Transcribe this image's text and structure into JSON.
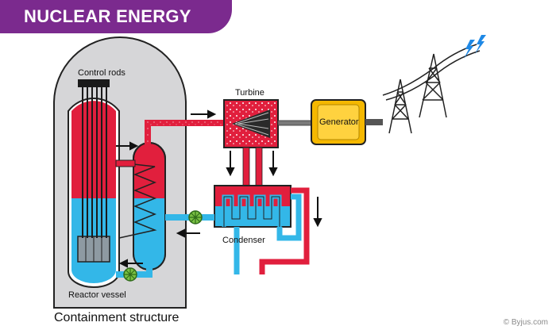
{
  "title": "NUCLEAR ENERGY",
  "labels": {
    "control_rods": "Control rods",
    "turbine": "Turbine",
    "generator": "Generator",
    "condenser": "Condenser",
    "reactor_vessel": "Reactor vessel",
    "containment": "Containment structure"
  },
  "credit": "© Byjus.com",
  "colors": {
    "banner": "#7b2a8e",
    "hot_water": "#e11f3d",
    "cold_water": "#33b7e8",
    "containment": "#d6d6d8",
    "generator": "#f5b800",
    "pump": "#7ac143"
  },
  "icons": [
    "lightning-icon",
    "transmission-tower-icon",
    "pump-icon",
    "arrow-icon"
  ]
}
